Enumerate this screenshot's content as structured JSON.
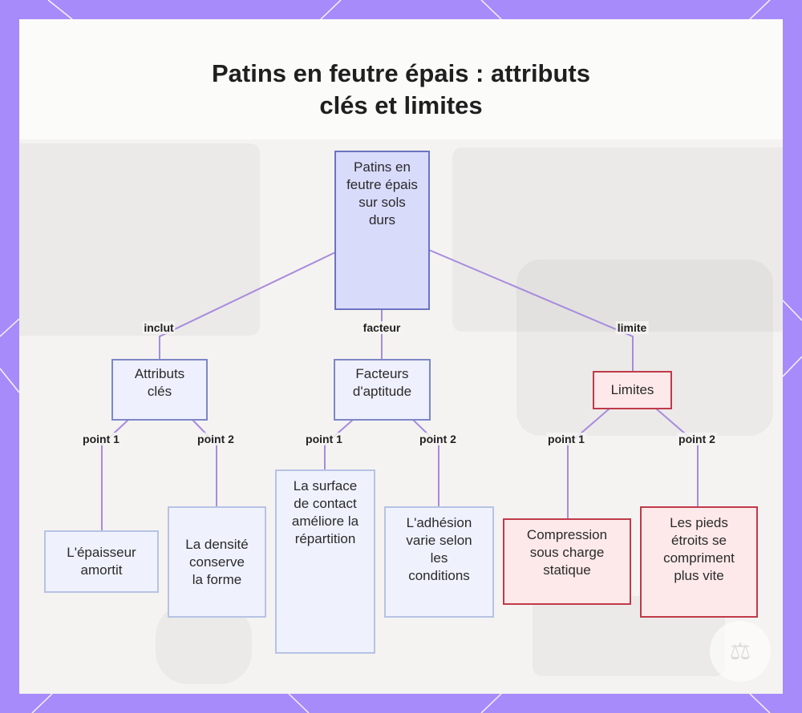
{
  "title": "Patins en feutre épais : attributs clés et limites",
  "nodes": {
    "root": "Patins en feutre épais sur sols durs",
    "attributes": "Attributs clés",
    "factors": "Facteurs d'aptitude",
    "limits": "Limites",
    "thickness": "L'épaisseur amortit",
    "density": "La densité conserve la forme",
    "contact": "La surface de contact améliore la répartition",
    "adhesion": "L'adhésion varie selon les conditions",
    "compression": "Compression sous charge statique",
    "narrow_feet": "Les pieds étroits se compriment plus vite"
  },
  "edge_labels": {
    "includes": "inclut",
    "factor": "facteur",
    "limit": "limite",
    "attr_point1": "point 1",
    "attr_point2": "point 2",
    "fact_point1": "point 1",
    "fact_point2": "point 2",
    "lim_point1": "point 1",
    "lim_point2": "point 2"
  },
  "colors": {
    "root_fill": "#d9dbfb",
    "node_fill": "#eef0fd",
    "limit_fill": "#fde9ea",
    "limit_border": "#c03a48",
    "edge": "#a78bde",
    "frame": "#a78bfa"
  }
}
